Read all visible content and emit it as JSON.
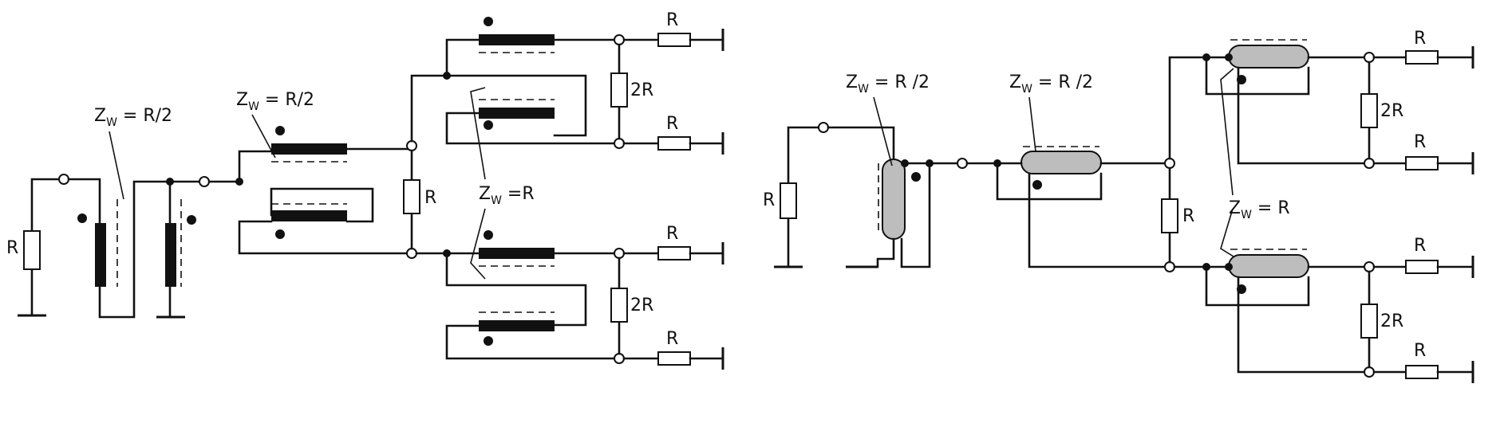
{
  "left_circuit": {
    "resistor_labels": {
      "source": "R",
      "middle": "R",
      "bridge_top": "2R",
      "bridge_bottom": "2R",
      "out1": "R",
      "out2": "R",
      "out3": "R",
      "out4": "R"
    },
    "impedance_labels": [
      {
        "main": "Z",
        "sub": "W",
        "value": " = R/2"
      },
      {
        "main": "Z",
        "sub": "W",
        "value": " = R/2"
      },
      {
        "main": "Z",
        "sub": "W",
        "value": " =R"
      }
    ]
  },
  "right_circuit": {
    "resistor_labels": {
      "source": "R",
      "middle": "R",
      "bridge_top": "2R",
      "bridge_bottom": "2R",
      "out1": "R",
      "out2": "R",
      "out3": "R",
      "out4": "R"
    },
    "impedance_labels": [
      {
        "main": "Z",
        "sub": "W",
        "value": " = R /2"
      },
      {
        "main": "Z",
        "sub": "W",
        "value": " = R /2"
      },
      {
        "main": "Z",
        "sub": "W",
        "value": " = R"
      }
    ]
  }
}
